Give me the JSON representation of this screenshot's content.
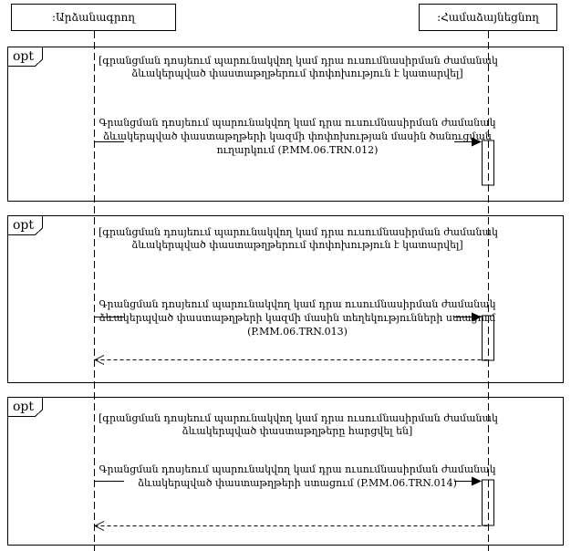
{
  "diagram": {
    "type": "uml-sequence-diagram",
    "colors": {
      "line": "#000000",
      "background": "#ffffff"
    },
    "actors": [
      {
        "label": ":Արձանագրող"
      },
      {
        "label": ":Համաձայնեցնող"
      }
    ],
    "fragments": [
      {
        "operator": "opt",
        "guard": [
          "[գրանցման դոսյեում պարունակվող կամ դրա ուսումնասիրման ժամանակ",
          "ձևակերպված փաստաթղթերում փոփոխություն է կատարվել]"
        ],
        "message": [
          "Գրանցման դոսյեում պարունակվող կամ դրա ուսումնասիրման ժամանակ",
          "ձևակերպված փաստաթղթերի կազմի փոփոխության մասին ծանուցման",
          "ուղարկում (P.MM.06.TRN.012)"
        ],
        "code": "P.MM.06.TRN.012"
      },
      {
        "operator": "opt",
        "guard": [
          "[գրանցման դոսյեում պարունակվող կամ դրա ուսումնասիրման ժամանակ",
          "ձևակերպված փաստաթղթերում փոփոխություն է կատարվել]"
        ],
        "message": [
          "Գրանցման դոսյեում պարունակվող կամ դրա ուսումնասիրման ժամանակ",
          "ձևակերպված փաստաթղթերի կազմի մասին տեղեկությունների ստացում",
          "(P.MM.06.TRN.013)"
        ],
        "code": "P.MM.06.TRN.013"
      },
      {
        "operator": "opt",
        "guard": [
          "[գրանցման դոսյեում պարունակվող կամ դրա ուսումնասիրման ժամանակ",
          "ձևակերպված փաստաթղթերը հարցվել են]"
        ],
        "message": [
          "Գրանցման դոսյեում պարունակվող կամ դրա ուսումնասիրման ժամանակ",
          "ձևակերպված փաստաթղթերի ստացում (P.MM.06.TRN.014)"
        ],
        "code": "P.MM.06.TRN.014"
      }
    ]
  }
}
